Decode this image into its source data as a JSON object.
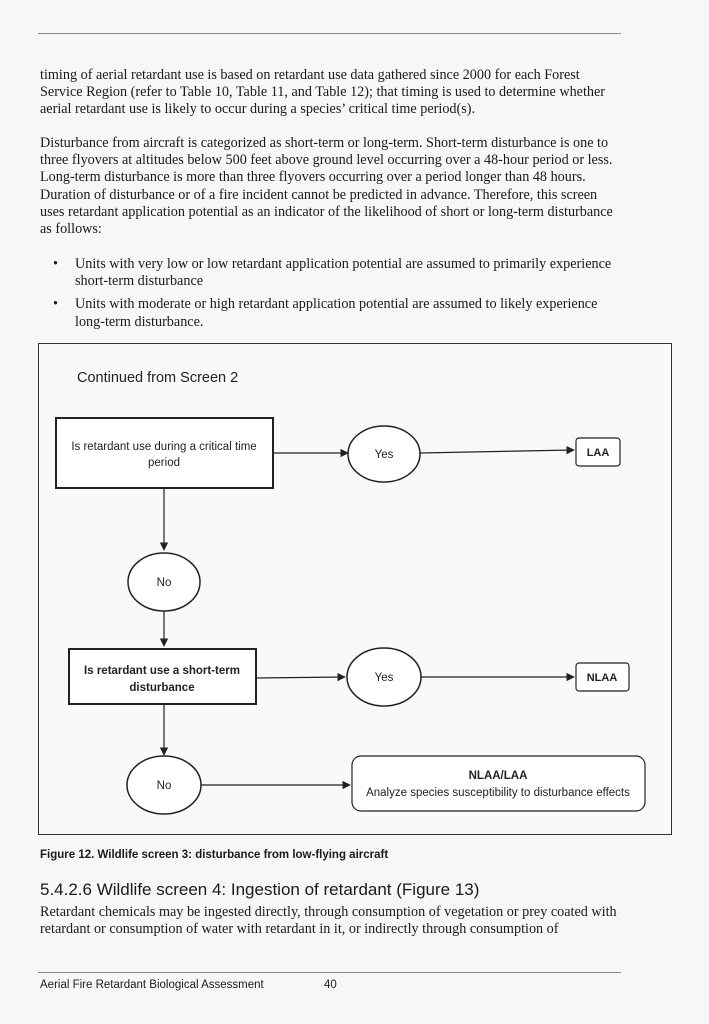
{
  "body": {
    "para1": "timing of aerial retardant use is based on retardant use data gathered since 2000 for each Forest Service Region (refer to Table 10, Table 11, and  Table 12); that timing is used to determine whether aerial retardant use is likely to occur during a species’ critical time period(s).",
    "para2": "Disturbance from aircraft is categorized as short-term or long-term. Short-term disturbance is one to three flyovers at altitudes below 500 feet above ground level occurring over a 48-hour period or less. Long-term disturbance is more than three flyovers occurring over a period longer than 48 hours. Duration of disturbance or of a fire incident cannot be predicted in advance. Therefore, this screen uses retardant application potential as an indicator of the likelihood of short or long-term disturbance as follows:",
    "bullets": [
      "Units with very low or low retardant application potential are assumed to primarily experience short-term disturbance",
      "Units with moderate or high retardant application potential are assumed to likely experience long-term disturbance."
    ],
    "bullet_symbol": "•"
  },
  "figure": {
    "title": "Continued from Screen 2",
    "q1": [
      "Is retardant use during a critical time",
      "period"
    ],
    "yes1": "Yes",
    "out1": "LAA",
    "no1": "No",
    "q2": [
      "Is retardant use a short-term",
      "disturbance"
    ],
    "yes2": "Yes",
    "out2": "NLAA",
    "no2": "No",
    "out3_title": "NLAA/LAA",
    "out3_sub": "Analyze species susceptibility to disturbance effects"
  },
  "caption": "Figure 12. Wildlife screen 3: disturbance from low-flying aircraft",
  "section": {
    "heading": "5.4.2.6 Wildlife screen 4: Ingestion of retardant (Figure 13)",
    "text": "Retardant chemicals may be ingested directly, through consumption of vegetation or prey coated with retardant or consumption of water with retardant in it, or indirectly through consumption of"
  },
  "footer": {
    "title": "Aerial Fire Retardant Biological Assessment",
    "page": "40"
  }
}
